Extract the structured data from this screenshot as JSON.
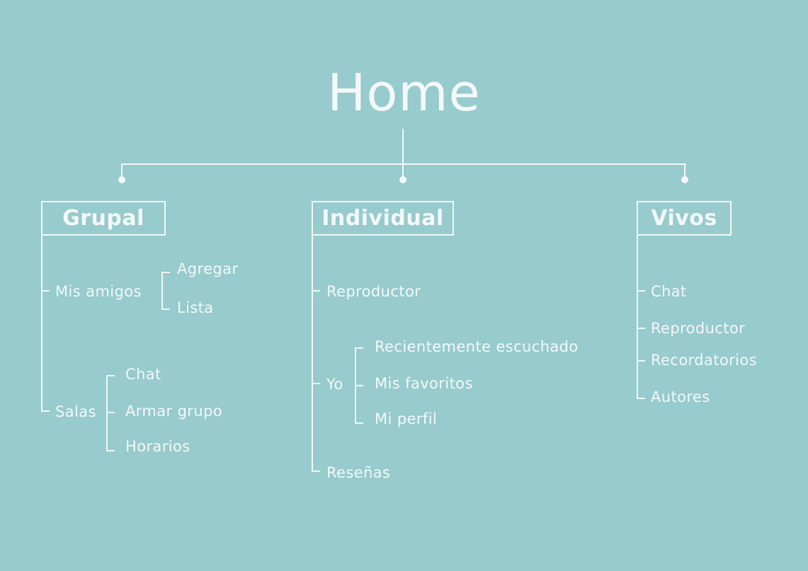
{
  "title": "Home",
  "colors": {
    "background": "#97cbcd",
    "foreground": "#f4f8f8"
  },
  "branches": {
    "grupal": {
      "label": "Grupal",
      "children": {
        "mis_amigos": {
          "label": "Mis amigos",
          "children": [
            "Agregar",
            "Lista"
          ]
        },
        "salas": {
          "label": "Salas",
          "children": [
            "Chat",
            "Armar grupo",
            "Horarios"
          ]
        }
      }
    },
    "individual": {
      "label": "Individual",
      "children": {
        "reproductor": {
          "label": "Reproductor"
        },
        "yo": {
          "label": "Yo",
          "children": [
            "Recientemente escuchado",
            "Mis favoritos",
            "Mi perfil"
          ]
        },
        "resenas": {
          "label": "Reseñas"
        }
      }
    },
    "vivos": {
      "label": "Vivos",
      "children": [
        "Chat",
        "Reproductor",
        "Recordatorios",
        "Autores"
      ]
    }
  }
}
